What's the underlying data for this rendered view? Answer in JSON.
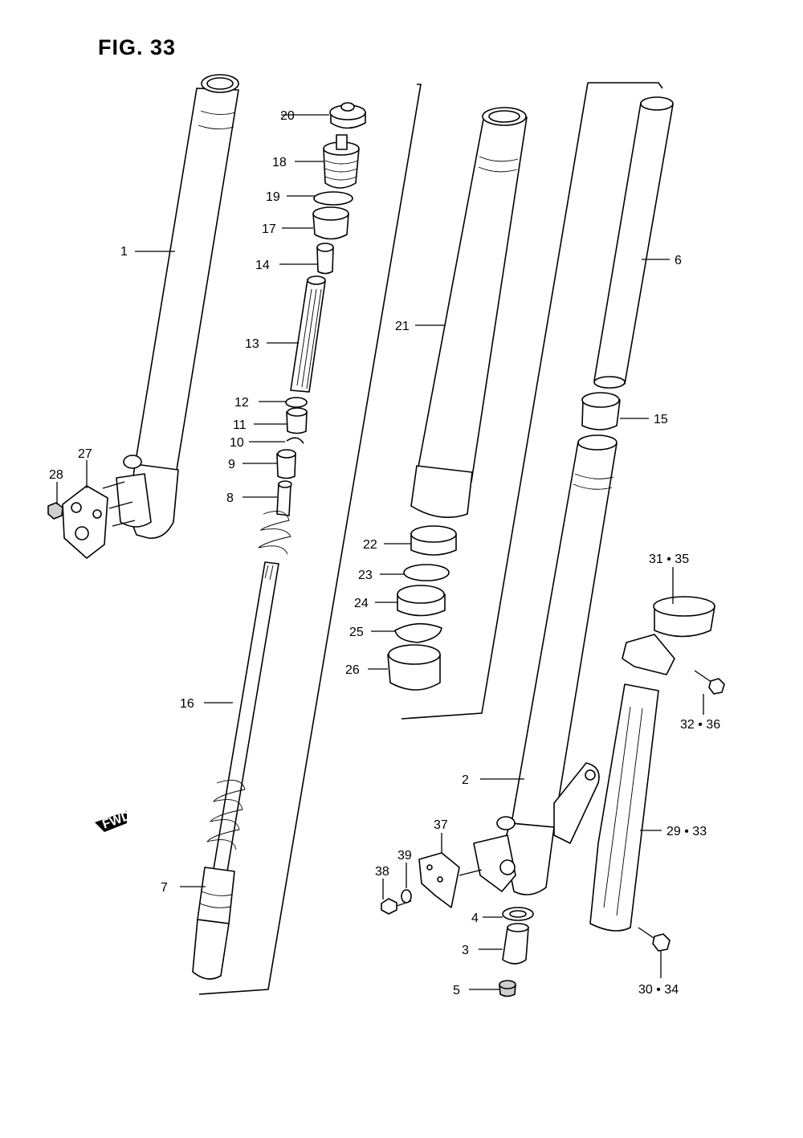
{
  "figure": {
    "title": "FIG. 33"
  },
  "fwd_badge": "FWD",
  "callouts": [
    {
      "id": "c1",
      "text": "1"
    },
    {
      "id": "c2",
      "text": "2"
    },
    {
      "id": "c3",
      "text": "3"
    },
    {
      "id": "c4",
      "text": "4"
    },
    {
      "id": "c5",
      "text": "5"
    },
    {
      "id": "c6",
      "text": "6"
    },
    {
      "id": "c7",
      "text": "7"
    },
    {
      "id": "c8",
      "text": "8"
    },
    {
      "id": "c9",
      "text": "9"
    },
    {
      "id": "c10",
      "text": "10"
    },
    {
      "id": "c11",
      "text": "11"
    },
    {
      "id": "c12",
      "text": "12"
    },
    {
      "id": "c13",
      "text": "13"
    },
    {
      "id": "c14",
      "text": "14"
    },
    {
      "id": "c15",
      "text": "15"
    },
    {
      "id": "c16",
      "text": "16"
    },
    {
      "id": "c17",
      "text": "17"
    },
    {
      "id": "c18",
      "text": "18"
    },
    {
      "id": "c19",
      "text": "19"
    },
    {
      "id": "c20",
      "text": "20"
    },
    {
      "id": "c21",
      "text": "21"
    },
    {
      "id": "c22",
      "text": "22"
    },
    {
      "id": "c23",
      "text": "23"
    },
    {
      "id": "c24",
      "text": "24"
    },
    {
      "id": "c25",
      "text": "25"
    },
    {
      "id": "c26",
      "text": "26"
    },
    {
      "id": "c27",
      "text": "27"
    },
    {
      "id": "c28",
      "text": "28"
    },
    {
      "id": "c29",
      "text": "29 • 33"
    },
    {
      "id": "c30",
      "text": "30 • 34"
    },
    {
      "id": "c31",
      "text": "31 • 35"
    },
    {
      "id": "c32",
      "text": "32 • 36"
    },
    {
      "id": "c37",
      "text": "37"
    },
    {
      "id": "c38",
      "text": "38"
    },
    {
      "id": "c39",
      "text": "39"
    }
  ]
}
